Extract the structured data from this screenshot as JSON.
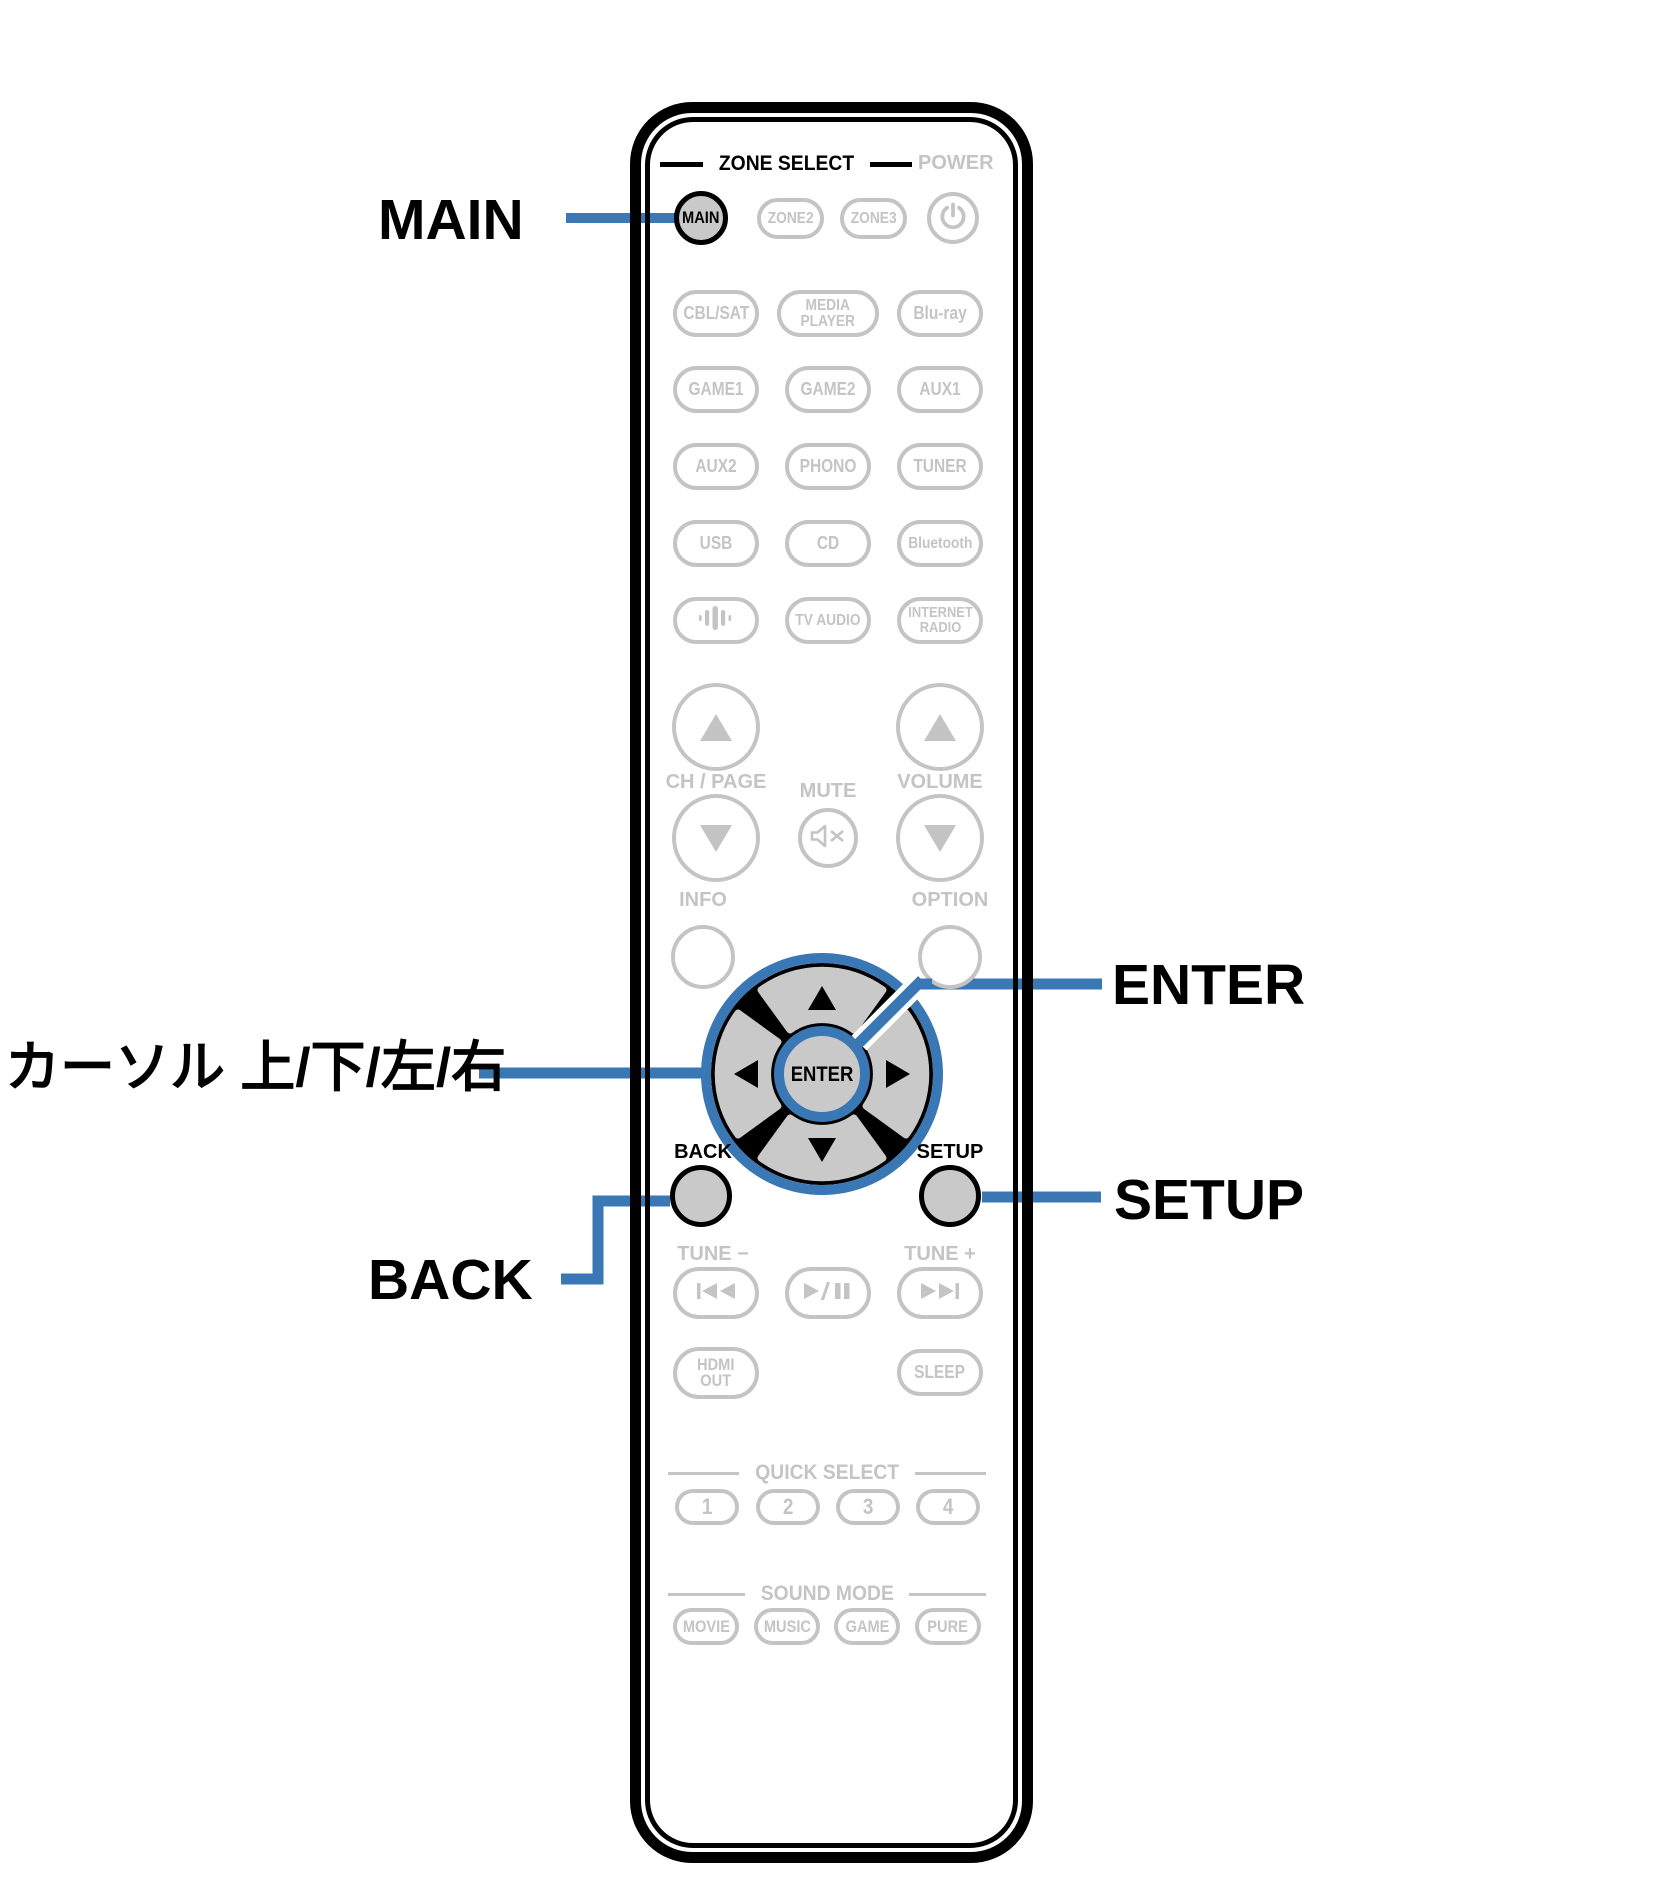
{
  "colors": {
    "accent_blue": "#3a77b5",
    "button_gray": "#c4c4c4",
    "highlight_gray": "#c9c9c9",
    "outline_black": "#000000"
  },
  "callouts": {
    "main": "MAIN",
    "cursor": "カーソル 上/下/左/右",
    "enter": "ENTER",
    "setup": "SETUP",
    "back": "BACK"
  },
  "remote": {
    "header": {
      "zone_select": "ZONE SELECT",
      "power": "POWER"
    },
    "zone": {
      "main": "MAIN",
      "zone2": "ZONE2",
      "zone3": "ZONE3"
    },
    "sources": {
      "cbl_sat": "CBL/SAT",
      "media_player": [
        "MEDIA",
        "PLAYER"
      ],
      "blu_ray": "Blu-ray",
      "game1": "GAME1",
      "game2": "GAME2",
      "aux1": "AUX1",
      "aux2": "AUX2",
      "phono": "PHONO",
      "tuner": "TUNER",
      "usb": "USB",
      "cd": "CD",
      "bluetooth": "Bluetooth",
      "tv_audio": "TV AUDIO",
      "internet_radio": [
        "INTERNET",
        "RADIO"
      ]
    },
    "controls": {
      "ch_page": "CH / PAGE",
      "mute": "MUTE",
      "volume": "VOLUME",
      "info": "INFO",
      "option": "OPTION",
      "enter": "ENTER",
      "back": "BACK",
      "setup": "SETUP",
      "tune_minus": "TUNE −",
      "tune_plus": "TUNE +",
      "hdmi_out": [
        "HDMI",
        "OUT"
      ],
      "sleep": "SLEEP"
    },
    "quick_select": {
      "label": "QUICK SELECT",
      "buttons": [
        "1",
        "2",
        "3",
        "4"
      ]
    },
    "sound_mode": {
      "label": "SOUND MODE",
      "buttons": [
        "MOVIE",
        "MUSIC",
        "GAME",
        "PURE"
      ]
    },
    "icons": [
      "power-icon",
      "heos-icon",
      "mute-icon",
      "channel-up-icon",
      "channel-down-icon",
      "volume-up-icon",
      "volume-down-icon",
      "cursor-up-icon",
      "cursor-down-icon",
      "cursor-left-icon",
      "cursor-right-icon",
      "skip-back-icon",
      "play-pause-icon",
      "skip-forward-icon"
    ]
  }
}
